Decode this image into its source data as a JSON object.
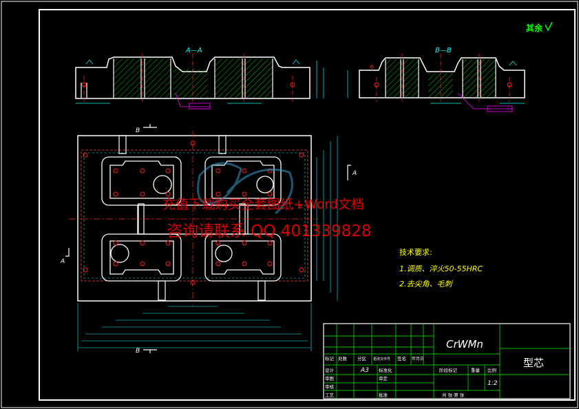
{
  "drawing": {
    "finish_note": "其余",
    "section_aa": "A—A",
    "section_bb": "B—B",
    "cut_a": "A",
    "cut_b": "B",
    "tech_title": "技术要求:",
    "tech_items": [
      "1.调质、淬火50-55HRC",
      "2.去尖角、毛刺"
    ]
  },
  "watermark": {
    "line1": "充值下载购买全套图纸+Word文档",
    "line2": "咨询请联系 QQ 401339828"
  },
  "title_block": {
    "material": "CrWMn",
    "part_name": "型芯",
    "scale": "1:2",
    "size": "A3",
    "labels": {
      "mark": "标记",
      "count": "处数",
      "zone": "分区",
      "doc_no": "更改文件号",
      "sign": "签名",
      "date": "年月日",
      "design": "设计",
      "standard": "标准化",
      "stage_mark": "阶段标记",
      "weight": "重量",
      "ratio": "比例",
      "drawing_check": "审图",
      "review": "审定",
      "process_check": "审核",
      "craft": "工艺",
      "approve": "批准",
      "sheet": "共  张 第  张"
    }
  },
  "colors": {
    "border": "#ffffff",
    "outline": "#ffffff",
    "hatch": "#00ff00",
    "center": "#ff2020",
    "dimension": "#00ffff",
    "title_line": "#00ff00",
    "text": "#ffff00",
    "watermark": "#ff0000",
    "leader": "#ff00ff"
  }
}
